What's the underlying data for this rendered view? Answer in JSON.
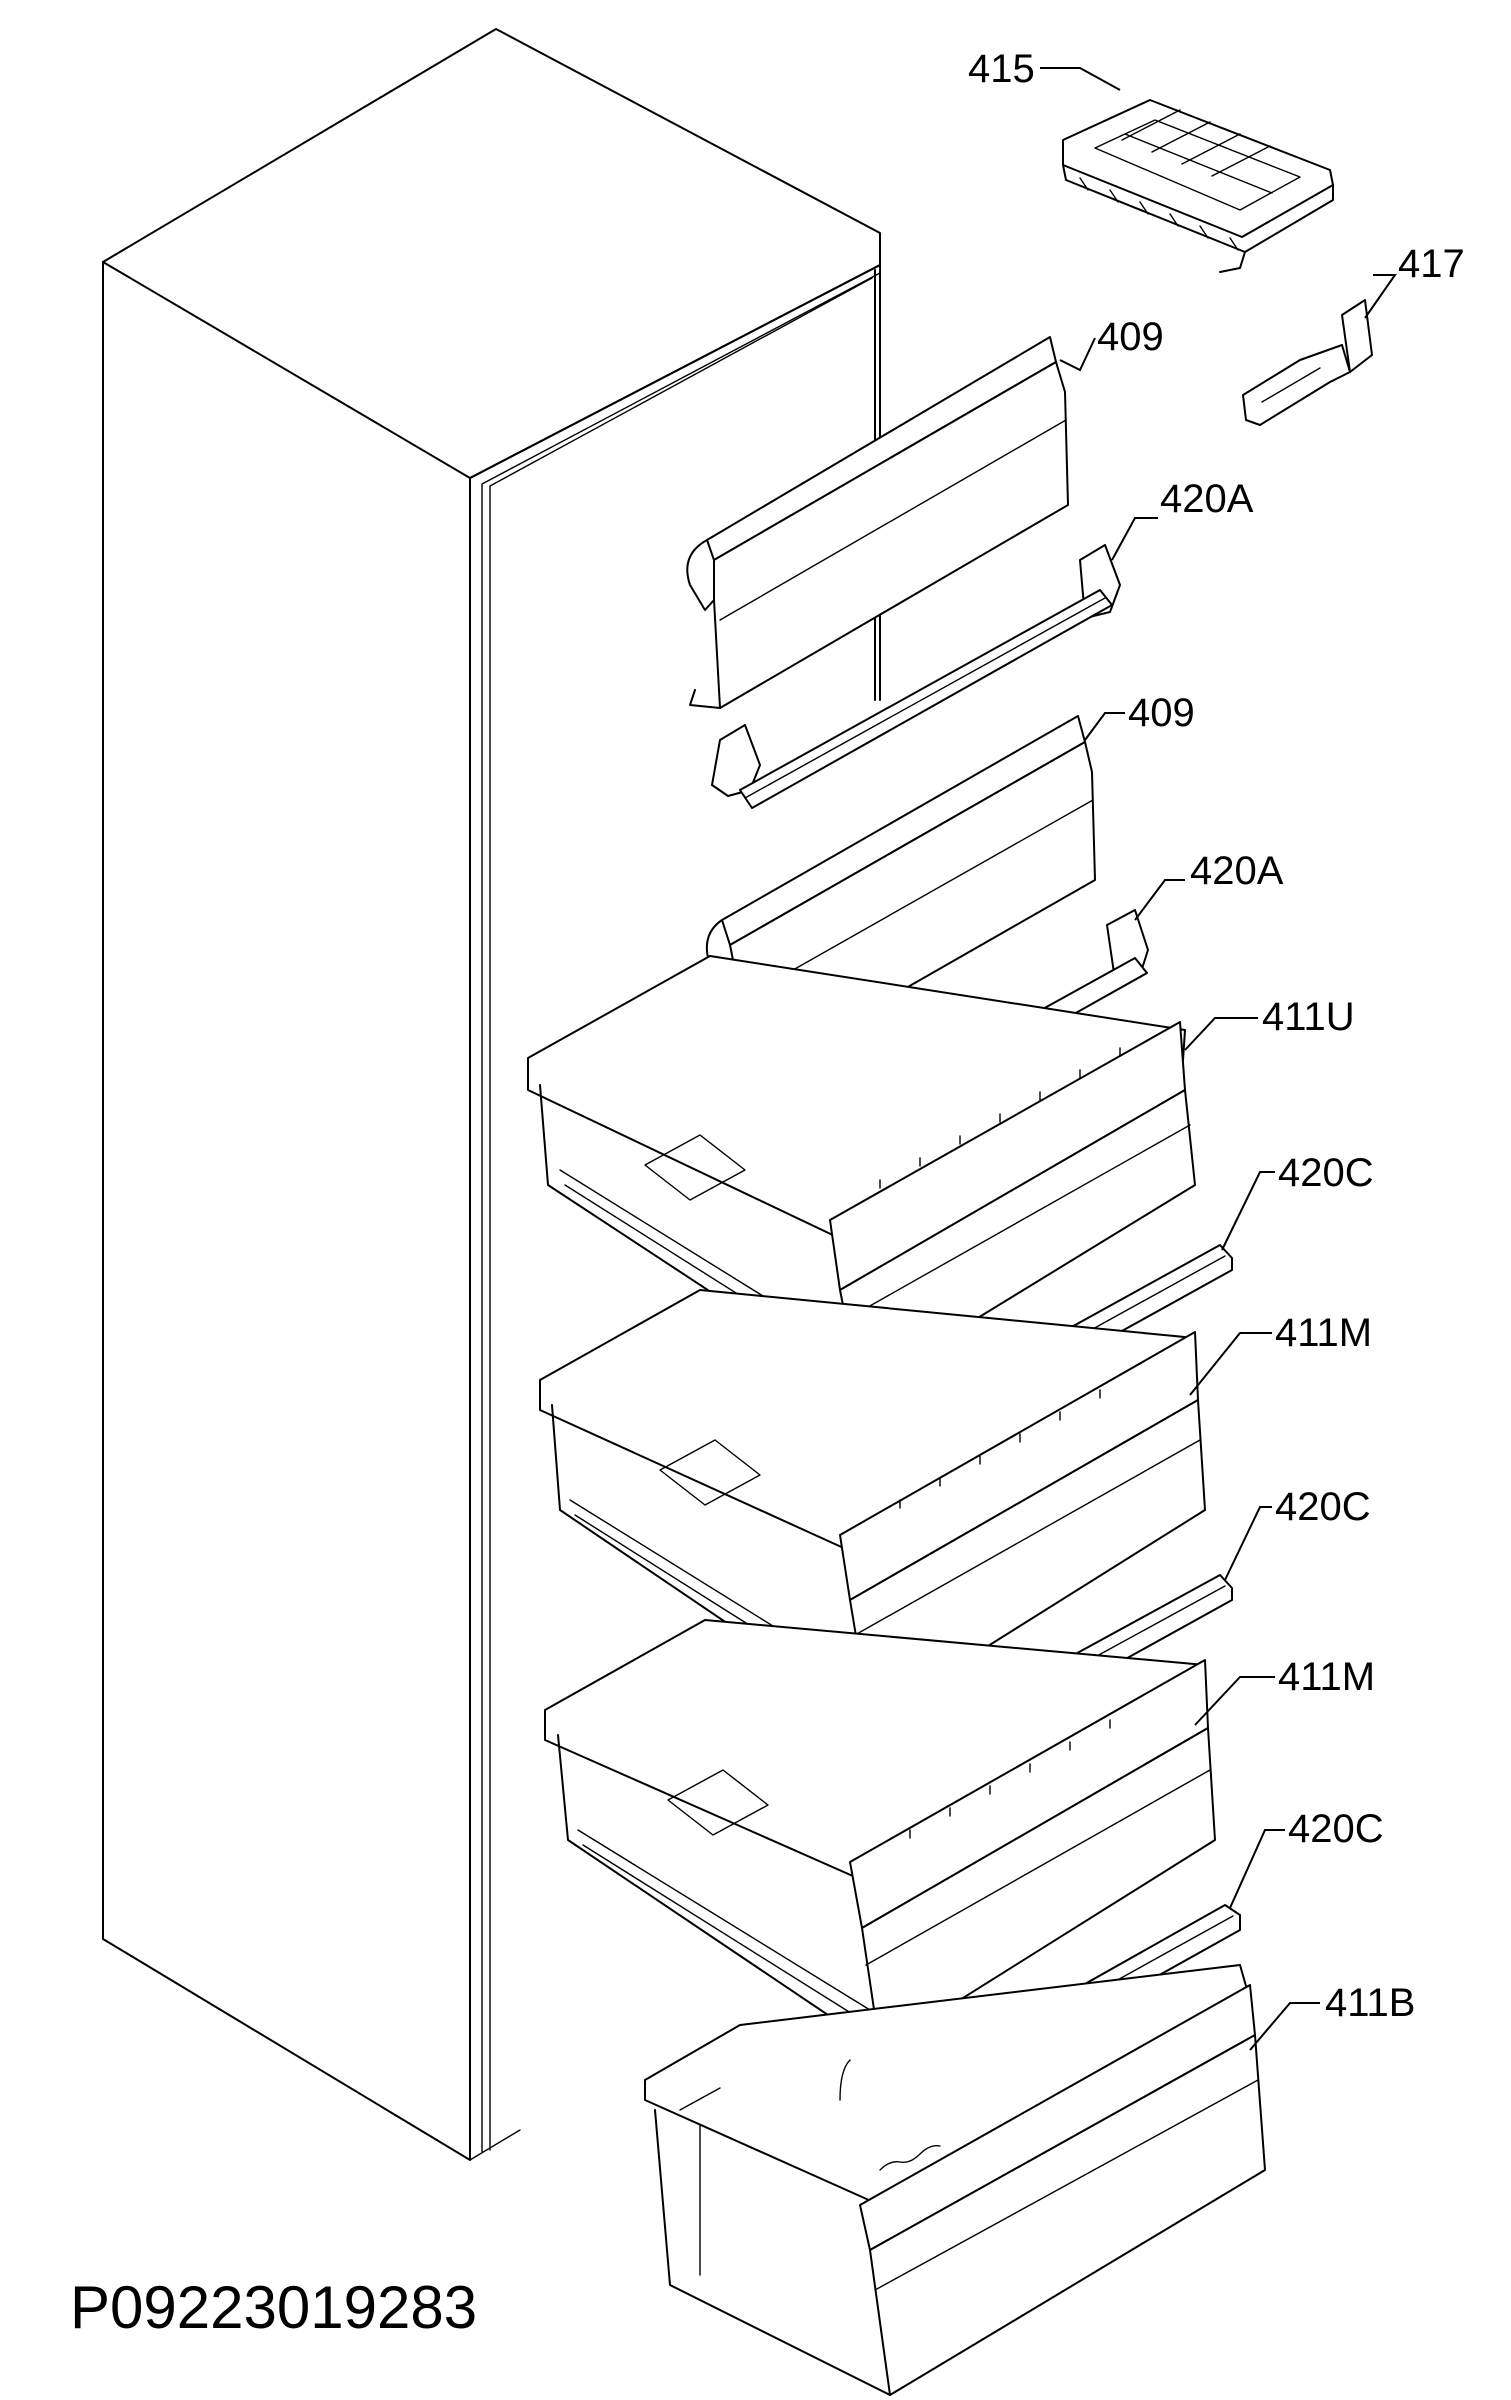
{
  "labels": [
    {
      "id": "p415",
      "text": "415"
    },
    {
      "id": "p417",
      "text": "417"
    },
    {
      "id": "p409a",
      "text": "409"
    },
    {
      "id": "p420a1",
      "text": "420A"
    },
    {
      "id": "p409b",
      "text": "409"
    },
    {
      "id": "p420a2",
      "text": "420A"
    },
    {
      "id": "p411u",
      "text": "411U"
    },
    {
      "id": "p420c1",
      "text": "420C"
    },
    {
      "id": "p411m1",
      "text": "411M"
    },
    {
      "id": "p420c2",
      "text": "420C"
    },
    {
      "id": "p411m2",
      "text": "411M"
    },
    {
      "id": "p420c3",
      "text": "420C"
    },
    {
      "id": "p411b",
      "text": "411B"
    }
  ],
  "footer": {
    "code": "P09223019283"
  }
}
